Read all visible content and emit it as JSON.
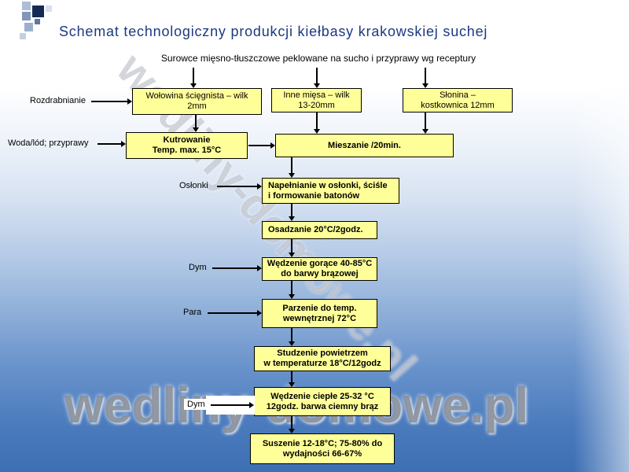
{
  "title": "Schemat technologiczny produkcji kiełbasy krakowskiej suchej",
  "source_line": "Surowce mięsno-tłuszczowe peklowane na sucho i przyprawy wg receptury",
  "side_labels": {
    "rozdrabnianie": "Rozdrabnianie",
    "woda": "Woda/lód; przyprawy",
    "oslonki": "Osłonki",
    "dym1": "Dym",
    "para": "Para",
    "dym2": "Dym"
  },
  "boxes": {
    "wolowina": {
      "line1": "Wołowina ścięgnista – wilk",
      "line2": "2mm"
    },
    "inne_miesa": {
      "line1": "Inne mięsa – wilk",
      "line2": "13-20mm"
    },
    "slonina": {
      "line1": "Słonina –",
      "line2": "kostkownica 12mm"
    },
    "kutrowanie": {
      "line1": "Kutrowanie",
      "line2": "Temp. max. 15°C"
    },
    "mieszanie": {
      "line1": "Mieszanie /20min."
    },
    "napelnianie": {
      "line1": "Napełnianie w osłonki, ściśle",
      "line2": "i formowanie batonów"
    },
    "osadzanie": {
      "line1": "Osadzanie 20°C/2godz."
    },
    "wedzenie_gorace": {
      "line1": "Wędzenie gorące 40-85°C",
      "line2": "do barwy brązowej"
    },
    "parzenie": {
      "line1": "Parzenie do temp.",
      "line2": "wewnętrznej 72°C"
    },
    "studzenie": {
      "line1": "Studzenie powietrzem",
      "line2": "w temperaturze 18°C/12godz"
    },
    "wedzenie_cieple": {
      "line1": "Wędzenie ciepłe 25-32 °C",
      "line2": "12godz. barwa ciemny brąz"
    },
    "suszenie": {
      "line1": "Suszenie 12-18°C; 75-80% do",
      "line2": "wydajności 66-67%"
    }
  },
  "watermark": {
    "diagonal": "wedliny-domowe.pl",
    "bottom": "wedliny-domowe.pl"
  },
  "colors": {
    "box_fill": "#ffff99",
    "box_border": "#000000",
    "title_text": "#1b3a80",
    "background_bottom": "#3d6fb3",
    "watermark_gray": "#848a94"
  }
}
